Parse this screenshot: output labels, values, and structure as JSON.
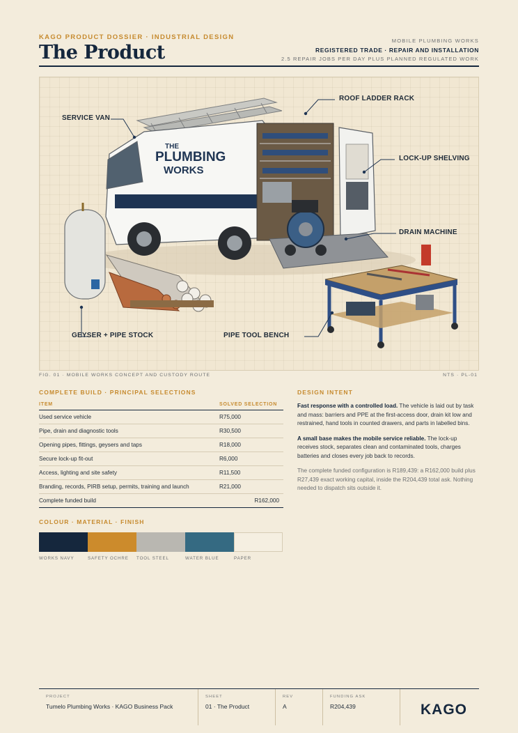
{
  "header": {
    "kicker": "KAGO PRODUCT DOSSIER · INDUSTRIAL DESIGN",
    "title": "The Product",
    "category": "MOBILE PLUMBING WORKS",
    "trade": "REGISTERED TRADE · REPAIR AND INSTALLATION",
    "capacity": "2.5 REPAIR JOBS PER DAY PLUS PLANNED REGULATED WORK"
  },
  "figure": {
    "callouts": {
      "service_van": "SERVICE VAN",
      "roof_rack": "ROOF LADDER RACK",
      "shelving": "LOCK-UP SHELVING",
      "drain_machine": "DRAIN MACHINE",
      "geyser": "GEYSER + PIPE STOCK",
      "bench": "PIPE TOOL BENCH"
    },
    "van_text_line1": "THE",
    "van_text_line2": "PLUMBING",
    "van_text_line3": "WORKS",
    "caption": "FIG. 01 · MOBILE WORKS CONCEPT AND CUSTODY ROUTE",
    "ref": "NTS · PL-01"
  },
  "build": {
    "title": "COMPLETE BUILD · PRINCIPAL SELECTIONS",
    "col_item": "ITEM",
    "col_selection": "SOLVED SELECTION",
    "rows": [
      {
        "item": "Used service vehicle",
        "amount": "R75,000"
      },
      {
        "item": "Pipe, drain and diagnostic tools",
        "amount": "R30,500"
      },
      {
        "item": "Opening pipes, fittings, geysers and taps",
        "amount": "R18,000"
      },
      {
        "item": "Secure lock-up fit-out",
        "amount": "R6,000"
      },
      {
        "item": "Access, lighting and site safety",
        "amount": "R11,500"
      },
      {
        "item": "Branding, records, PIRB setup, permits, training and launch",
        "amount": "R21,000"
      }
    ],
    "total_label": "Complete funded build",
    "total_amount": "R162,000"
  },
  "palette": {
    "title": "COLOUR · MATERIAL · FINISH",
    "swatches": [
      {
        "name": "WORKS NAVY",
        "color": "#15273d"
      },
      {
        "name": "SAFETY OCHRE",
        "color": "#cc8b2c"
      },
      {
        "name": "TOOL STEEL",
        "color": "#b9b7b1"
      },
      {
        "name": "WATER BLUE",
        "color": "#356a82"
      },
      {
        "name": "PAPER",
        "color": "#f5efe1"
      }
    ]
  },
  "intent": {
    "title": "DESIGN INTENT",
    "p1_bold": "Fast response with a controlled load.",
    "p1_text": " The vehicle is laid out by task and mass: barriers and PPE at the first-access door, drain kit low and restrained, hand tools in counted drawers, and parts in labelled bins.",
    "p2_bold": "A small base makes the mobile service reliable.",
    "p2_text": " The lock-up receives stock, separates clean and contaminated tools, charges batteries and closes every job back to records.",
    "p3": "The complete funded configuration is R189,439: a R162,000 build plus R27,439 exact working capital, inside the R204,439 total ask. Nothing needed to dispatch sits outside it."
  },
  "footer": {
    "project_label": "PROJECT",
    "project_value": "Tumelo Plumbing Works · KAGO Business Pack",
    "sheet_label": "SHEET",
    "sheet_value": "01 · The Product",
    "rev_label": "REV",
    "rev_value": "A",
    "ask_label": "FUNDING ASK",
    "ask_value": "R204,439",
    "logo": "KAGO"
  }
}
